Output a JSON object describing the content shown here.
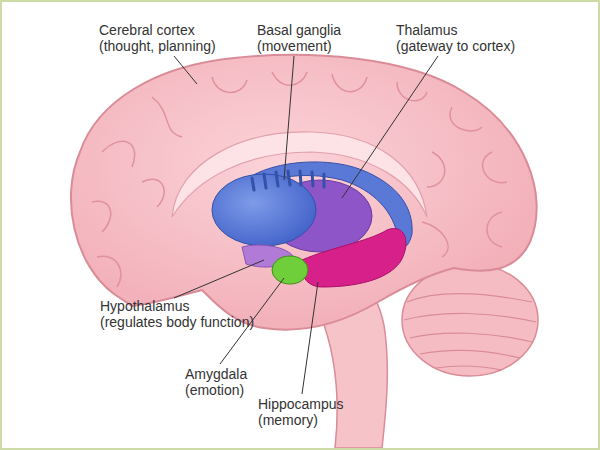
{
  "diagram": {
    "labels": [
      "Cerebral cortex",
      "(thought, planning)",
      "Basal ganglia",
      "(movement)",
      "Thalamus",
      "(gateway to cortex)",
      "Hypothalamus",
      "(regulates body function)",
      "Amygdala",
      "(emotion)",
      "Hippocampus",
      "(memory)"
    ]
  }
}
